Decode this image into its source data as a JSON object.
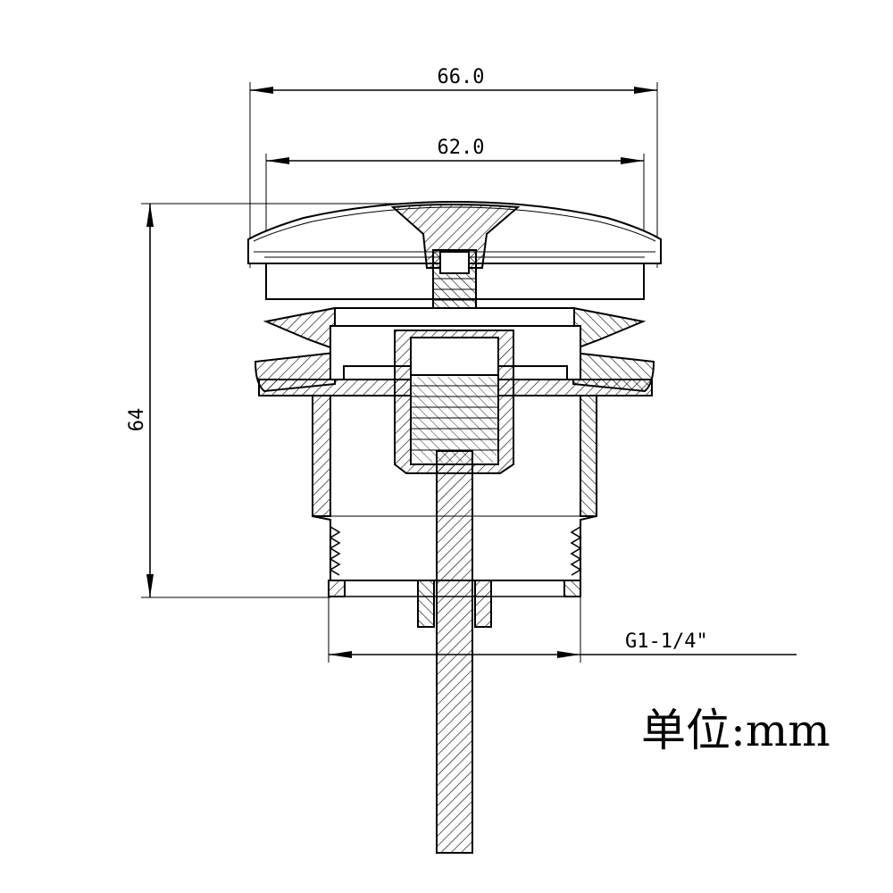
{
  "dimensions": {
    "outer_diameter": "66.0",
    "inner_diameter": "62.0",
    "height": "64",
    "thread": "G1-1/4\""
  },
  "unit_label": "单位:mm"
}
